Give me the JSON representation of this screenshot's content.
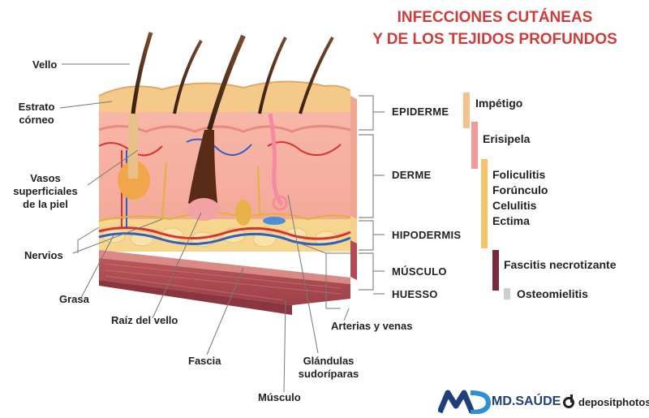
{
  "title": {
    "line1": "INFECCIONES CUTÁNEAS",
    "line2": "Y DE LOS TEJIDOS PROFUNDOS"
  },
  "labels": {
    "vello": "Vello",
    "estrato_1": "Estrato",
    "estrato_2": "córneo",
    "vasos_1": "Vasos",
    "vasos_2": "superficiales",
    "vasos_3": "de la piel",
    "nervios": "Nervios",
    "grasa": "Grasa",
    "raiz": "Raíz del vello",
    "fascia": "Fascia",
    "musculo_bottom": "Músculo",
    "glandulas_1": "Glándulas",
    "glandulas_2": "sudoríparas",
    "arterias": "Arterias y venas"
  },
  "layers": {
    "epiderme": "EPIDERME",
    "derme": "DERME",
    "hipodermis": "HIPODERMIS",
    "musculo": "MÚSCULO",
    "huesso": "HUESSO"
  },
  "conditions": {
    "impetigo": "Impétigo",
    "erisipela": "Erisipela",
    "group": [
      "Foliculitis",
      "Forúnculo",
      "Celulitis",
      "Ectima"
    ],
    "fascitis": "Fascitis necrotizante",
    "osteomielitis": "Osteomielitis"
  },
  "colors": {
    "title": "#d23a3a",
    "impetigo_bar": "#f3c38a",
    "erisipela_bar": "#f29a9a",
    "group_bar": "#f6c36b",
    "fascitis_bar": "#7a2a3a",
    "osteomielitis_bar": "#cfcfcf"
  },
  "brand": {
    "mdsaude": "MD.SAÚDE",
    "deposit": "depositphotos",
    "logo_icon": "md-logo-icon"
  }
}
